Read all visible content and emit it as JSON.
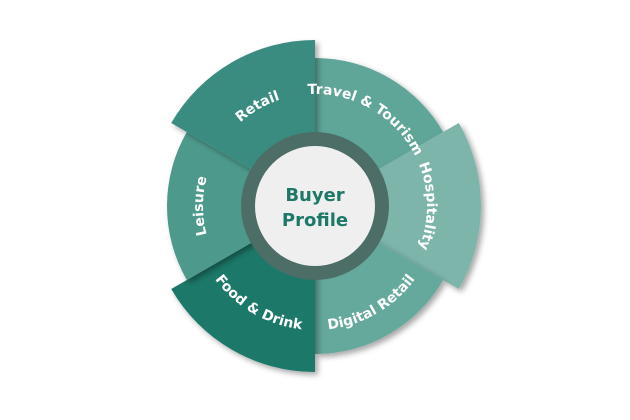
{
  "center": {
    "line1": "Buyer",
    "line2": "Profile"
  },
  "segments": [
    {
      "label": "Travel & Tourism",
      "color": "#5ea598",
      "extended": false
    },
    {
      "label": "Hospitality",
      "color": "#7db5ab",
      "extended": true
    },
    {
      "label": "Digital Retail",
      "color": "#65a89c",
      "extended": false
    },
    {
      "label": "Food & Drink",
      "color": "#1a7868",
      "extended": true
    },
    {
      "label": "Leisure",
      "color": "#4e9a8c",
      "extended": false
    },
    {
      "label": "Retail",
      "color": "#3a8c80",
      "extended": true
    }
  ],
  "colors": {
    "ring": "#4c6e67",
    "inner": "#efefef",
    "center_text": "#1e7868"
  }
}
